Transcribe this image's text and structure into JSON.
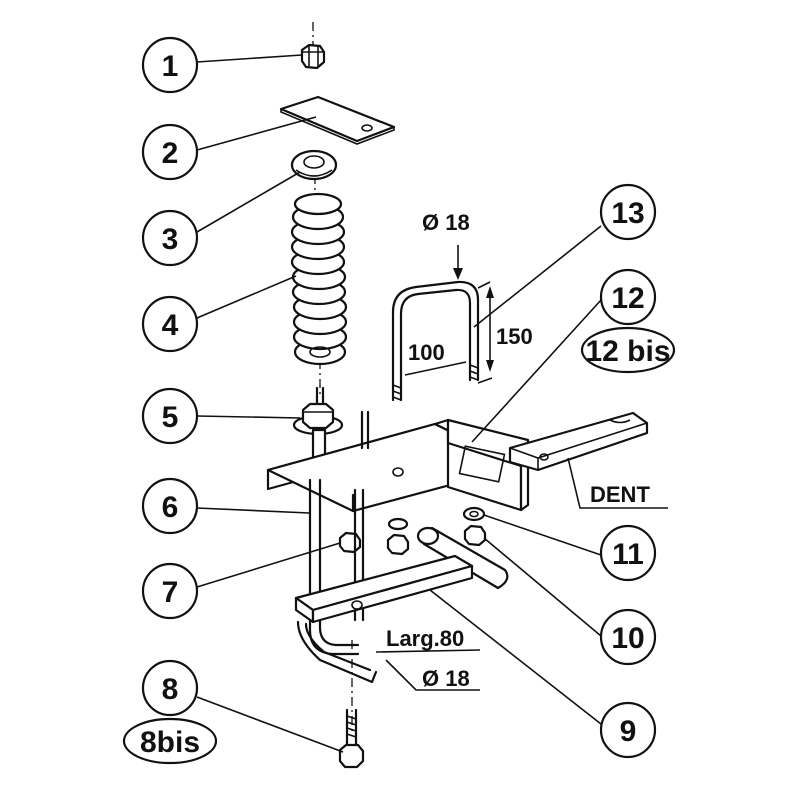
{
  "callouts": [
    {
      "id": "1",
      "label": "1"
    },
    {
      "id": "2",
      "label": "2"
    },
    {
      "id": "3",
      "label": "3"
    },
    {
      "id": "4",
      "label": "4"
    },
    {
      "id": "5",
      "label": "5"
    },
    {
      "id": "6",
      "label": "6"
    },
    {
      "id": "7",
      "label": "7"
    },
    {
      "id": "8",
      "label": "8"
    },
    {
      "id": "8bis",
      "label": "8bis"
    },
    {
      "id": "9",
      "label": "9"
    },
    {
      "id": "10",
      "label": "10"
    },
    {
      "id": "11",
      "label": "11"
    },
    {
      "id": "12",
      "label": "12"
    },
    {
      "id": "12bis",
      "label": "12 bis"
    },
    {
      "id": "13",
      "label": "13"
    }
  ],
  "dimensions": {
    "ubolt_diameter": "Ø 18",
    "ubolt_width": "100",
    "ubolt_height": "150",
    "strap_width": "Larg.80",
    "strap_diameter": "Ø 18",
    "dent": "DENT"
  }
}
